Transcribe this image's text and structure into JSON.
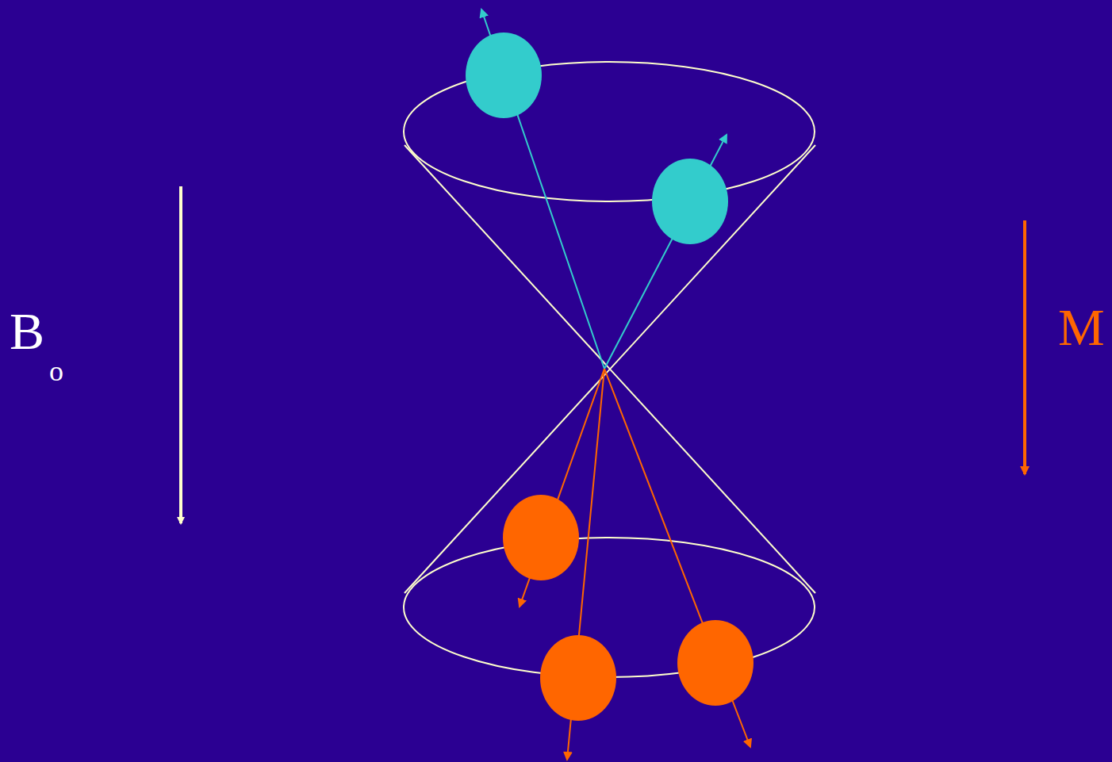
{
  "diagram": {
    "labels": [
      "B",
      "o",
      "M"
    ]
  }
}
